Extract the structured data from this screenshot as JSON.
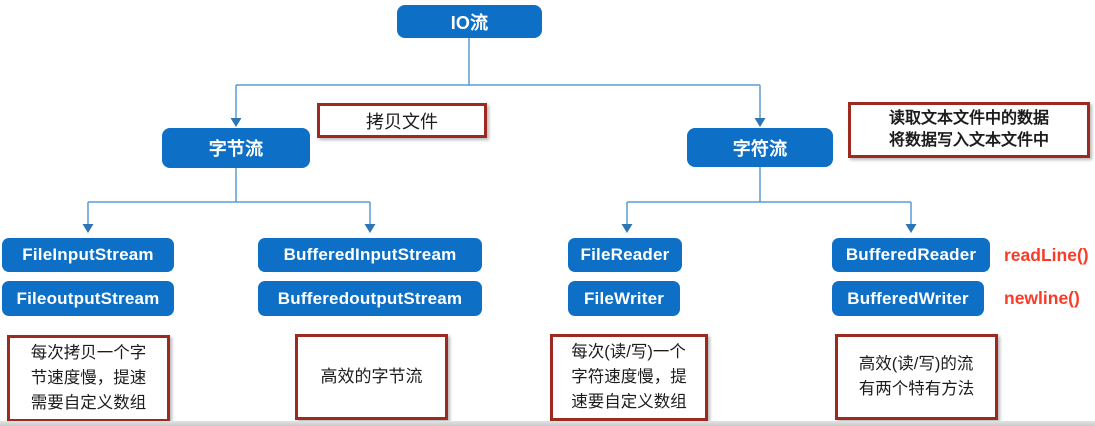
{
  "diagram": {
    "root": {
      "label": "IO流"
    },
    "branches": {
      "byte": {
        "label": "字节流"
      },
      "char": {
        "label": "字符流"
      }
    },
    "classes": {
      "file_input": "FileInputStream",
      "file_output": "FileoutputStream",
      "buffered_input": "BufferedInputStream",
      "buffered_output": "BufferedoutputStream",
      "file_reader": "FileReader",
      "file_writer": "FileWriter",
      "buffered_reader": "BufferedReader",
      "buffered_writer": "BufferedWriter"
    },
    "annotations": {
      "copy_file": "拷贝文件",
      "char_stream_usage": "读取文本文件中的数据\n将数据写入文本文件中",
      "byte_note": "每次拷贝一个字\n节速度慢，提速\n需要自定义数组",
      "buffered_byte_note": "高效的字节流",
      "char_note": "每次(读/写)一个\n字符速度慢，提\n速要自定义数组",
      "buffered_char_note": "高效(读/写)的流\n有两个特有方法"
    },
    "methods": {
      "read_line": "readLine()",
      "newline": "newline()"
    },
    "colors": {
      "node_blue": "#0d6fc5",
      "connector_blue": "#5b9bd5",
      "arrow_blue": "#2e75b6",
      "note_border_red": "#9c2a21",
      "method_text_red": "#f93b28"
    }
  }
}
